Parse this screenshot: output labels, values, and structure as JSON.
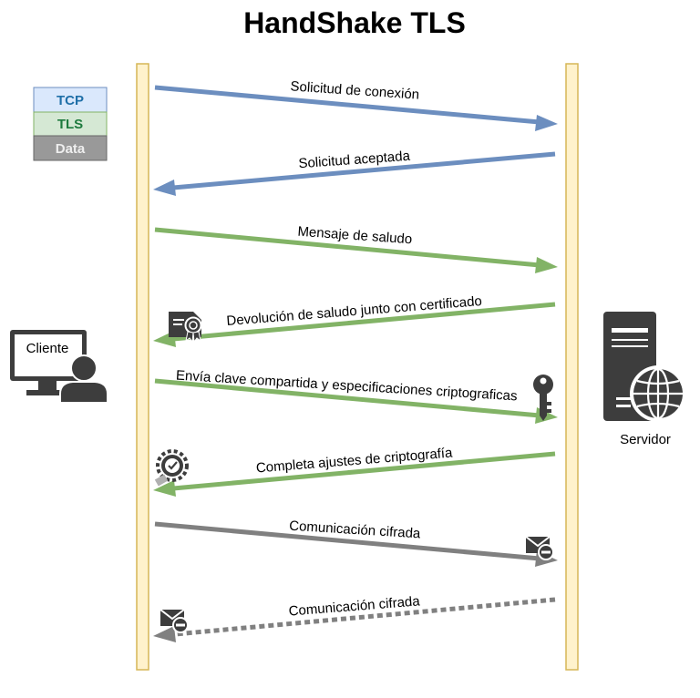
{
  "title": "HandShake TLS",
  "legend": [
    {
      "label": "TCP",
      "fill": "#dae8fc",
      "stroke": "#6c8ebf",
      "text_color": "#1f6fa8"
    },
    {
      "label": "TLS",
      "fill": "#d5e8d4",
      "stroke": "#82b366",
      "text_color": "#1e7a3e"
    },
    {
      "label": "Data",
      "fill": "#999999",
      "stroke": "#666666",
      "text_color": "#eeeeee"
    }
  ],
  "actors": {
    "client": {
      "label": "Cliente",
      "icon": "client-computer-user-icon"
    },
    "server": {
      "label": "Servidor",
      "icon": "server-globe-icon"
    }
  },
  "colors": {
    "tcp": "#6c8ebf",
    "tls": "#82b366",
    "data": "#808080",
    "lifeline_fill": "#fff2cc",
    "lifeline_stroke": "#d6b656",
    "icon": "#3d3d3d"
  },
  "messages": [
    {
      "label": "Solicitud de conexión",
      "direction": "to-server",
      "kind": "tcp",
      "style": "solid"
    },
    {
      "label": "Solicitud aceptada",
      "direction": "to-client",
      "kind": "tcp",
      "style": "solid"
    },
    {
      "label": "Mensaje de saludo",
      "direction": "to-server",
      "kind": "tls",
      "style": "solid"
    },
    {
      "label": "Devolución de saludo junto con certificado",
      "direction": "to-client",
      "kind": "tls",
      "style": "solid",
      "icon": "certificate-icon"
    },
    {
      "label": "Envía clave compartida y especificaciones criptograficas",
      "direction": "to-server",
      "kind": "tls",
      "style": "solid",
      "icon": "key-icon"
    },
    {
      "label": "Completa ajustes de criptografía",
      "direction": "to-client",
      "kind": "tls",
      "style": "solid",
      "icon": "gear-check-icon"
    },
    {
      "label": "Comunicación cifrada",
      "direction": "to-server",
      "kind": "data",
      "style": "solid",
      "icon": "encrypted-mail-icon"
    },
    {
      "label": "Comunicación cifrada",
      "direction": "to-client",
      "kind": "data",
      "style": "dotted",
      "icon": "encrypted-mail-icon"
    }
  ]
}
